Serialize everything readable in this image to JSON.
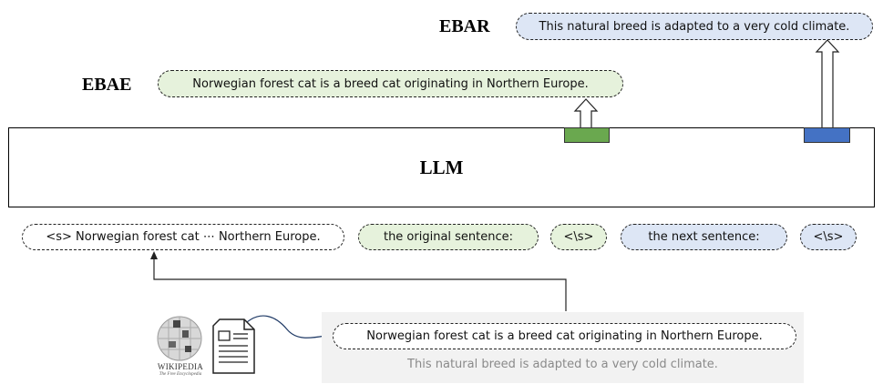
{
  "labels": {
    "ebar": "EBAR",
    "ebae": "EBAE",
    "llm": "LLM"
  },
  "outputs": {
    "ebar_sentence": "This natural breed is adapted to a very cold climate.",
    "ebae_sentence": "Norwegian forest cat  is a breed cat originating in Northern Europe."
  },
  "inputs": [
    {
      "text": "<s> Norwegian forest cat ⋯ Northern Europe.",
      "style": "white"
    },
    {
      "text": "the original sentence:",
      "style": "green"
    },
    {
      "text": "<\\s>",
      "style": "green"
    },
    {
      "text": "the next sentence:",
      "style": "blue"
    },
    {
      "text": "<\\s>",
      "style": "blue"
    }
  ],
  "source": {
    "sentence": "Norwegian forest cat  is a breed cat originating in Northern Europe.",
    "next_sentence": "This natural breed is adapted to a very cold climate.",
    "logo_caption": "WIKIPEDIA",
    "logo_subcaption": "The Free Encyclopedia"
  },
  "colors": {
    "green_token": "#6aa84f",
    "blue_token": "#4472c4",
    "green_fill": "#e6f2dc",
    "blue_fill": "#dde6f5"
  }
}
